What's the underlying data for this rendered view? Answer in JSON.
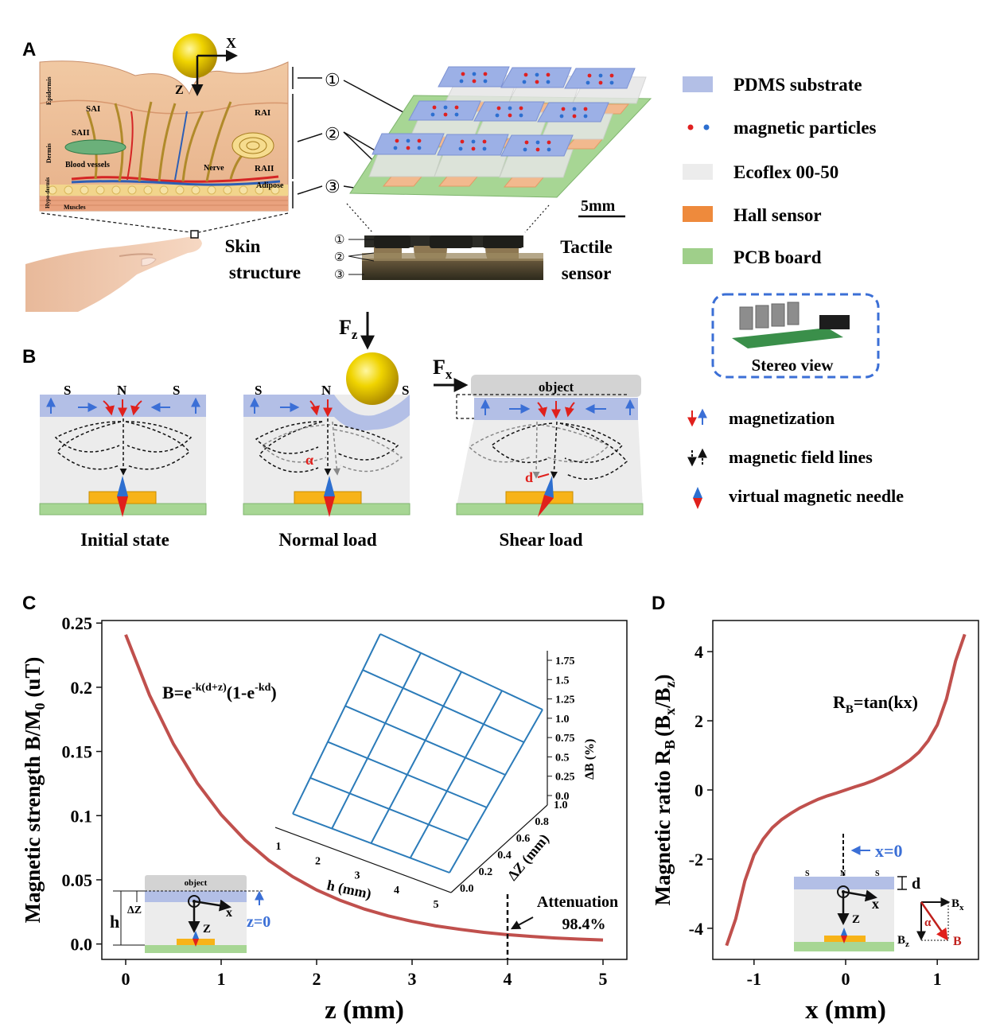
{
  "panels": {
    "a": "A",
    "b": "B",
    "c": "C",
    "d": "D"
  },
  "panel_a": {
    "skin_label_1": "Skin",
    "skin_label_2": "structure",
    "sensor_label_1": "Tactile",
    "sensor_label_2": "sensor",
    "scale_bar": "5mm",
    "axis_x": "X",
    "axis_z": "Z",
    "layer_marks": [
      "①",
      "②",
      "③"
    ],
    "skin_layers": [
      "Epidermis",
      "Dermis",
      "Hypo-dermis"
    ],
    "receptors": [
      "SAI",
      "RAI",
      "SAII",
      "RAII",
      "Blood vessels",
      "Nerve",
      "Adipose",
      "Muscles"
    ]
  },
  "legend": [
    {
      "label": "PDMS substrate",
      "color": "#b3bfe6"
    },
    {
      "label": "magnetic particles",
      "color": "#e02020"
    },
    {
      "label": "Ecoflex 00-50",
      "color": "#ececec"
    },
    {
      "label": "Hall sensor",
      "color": "#ee8a3c"
    },
    {
      "label": "PCB board",
      "color": "#9fcf8a"
    }
  ],
  "stereo_view": "Stereo view",
  "legend_b": [
    {
      "label": "magnetization"
    },
    {
      "label": "magnetic field lines"
    },
    {
      "label": "virtual magnetic needle"
    }
  ],
  "panel_b": {
    "states": [
      "Initial state",
      "Normal load",
      "Shear load"
    ],
    "pole_s": "S",
    "pole_n": "N",
    "force_z": "F",
    "force_z_sub": "z",
    "force_x": "F",
    "force_x_sub": "x",
    "object": "object",
    "alpha": "α",
    "d": "d"
  },
  "chart_data": [
    {
      "type": "line",
      "title": "",
      "xlabel": "z (mm)",
      "ylabel": "Magnetic strength B/M",
      "ylabel_sub": "0",
      "ylabel_unit": " (uT)",
      "xlim": [
        -0.25,
        5.25
      ],
      "ylim": [
        -0.012,
        0.252
      ],
      "xticks": [
        0,
        1,
        2,
        3,
        4,
        5
      ],
      "yticks": [
        0.0,
        0.05,
        0.1,
        0.15,
        0.2,
        0.25
      ],
      "ytick_labels": [
        "0.0",
        "0.05",
        "0.1",
        "0.15",
        "0.2",
        "0.25"
      ],
      "series": [
        {
          "x": [
            0,
            0.25,
            0.5,
            0.75,
            1.0,
            1.25,
            1.5,
            1.75,
            2.0,
            2.25,
            2.5,
            2.75,
            3.0,
            3.25,
            3.5,
            3.75,
            4.0,
            4.25,
            4.5,
            4.75,
            5.0
          ],
          "y": [
            0.241,
            0.1938,
            0.1558,
            0.1253,
            0.1007,
            0.081,
            0.0651,
            0.0524,
            0.0421,
            0.0339,
            0.0272,
            0.0219,
            0.0176,
            0.0141,
            0.0114,
            0.0091,
            0.0073,
            0.0059,
            0.0047,
            0.0038,
            0.0031
          ],
          "color": "#c0504d"
        }
      ],
      "formula": "B=e",
      "formula_exp": "-k(d+z)",
      "formula_tail": "(1-e",
      "formula_exp2": "-kd",
      "formula_close": ")",
      "annotation_line_x": 4,
      "annotation_text_1": "Attenuation",
      "annotation_text_2": "98.4%",
      "inset": {
        "type": "surface",
        "xlabel": "h (mm)",
        "ylabel": "ΔZ (mm)",
        "zlabel": "ΔB (%)",
        "h_ticks": [
          "1",
          "2",
          "3",
          "4",
          "5"
        ],
        "dz_ticks": [
          "0.0",
          "0.2",
          "0.4",
          "0.6",
          "0.8",
          "1.0"
        ],
        "db_ticks": [
          "0.0",
          "0.25",
          "0.5",
          "0.75",
          "1.0",
          "1.25",
          "1.5",
          "1.75"
        ],
        "color": "#2b7bb9"
      },
      "schematic": {
        "h": "h",
        "dz": "ΔZ",
        "z0": "z=0",
        "object": "object",
        "x": "x",
        "z": "Z"
      }
    },
    {
      "type": "line",
      "title": "",
      "xlabel": "x (mm)",
      "ylabel": "Magnetic ratio R",
      "ylabel_sub": "B",
      "ylabel_unit": "(B",
      "ylabel_unit_sub1": "x",
      "ylabel_unit_mid": "/B",
      "ylabel_unit_sub2": "z",
      "ylabel_unit_close": ")",
      "xlim": [
        -1.45,
        1.45
      ],
      "ylim": [
        -4.9,
        4.9
      ],
      "xticks": [
        -1,
        0,
        1
      ],
      "xtick_labels": [
        "-1",
        "0",
        "1"
      ],
      "yticks": [
        -4,
        -2,
        0,
        2,
        4
      ],
      "ytick_labels": [
        "-4",
        "-2",
        "0",
        "2",
        "4"
      ],
      "series": [
        {
          "x": [
            -1.3,
            -1.2,
            -1.1,
            -1.0,
            -0.9,
            -0.8,
            -0.7,
            -0.6,
            -0.5,
            -0.4,
            -0.3,
            -0.2,
            -0.1,
            0,
            0.1,
            0.2,
            0.3,
            0.4,
            0.5,
            0.6,
            0.7,
            0.8,
            0.9,
            1.0,
            1.1,
            1.2,
            1.3
          ],
          "y": [
            -4.5,
            -3.73,
            -2.63,
            -1.88,
            -1.42,
            -1.09,
            -0.86,
            -0.68,
            -0.52,
            -0.39,
            -0.27,
            -0.17,
            -0.09,
            0,
            0.09,
            0.17,
            0.27,
            0.39,
            0.52,
            0.68,
            0.86,
            1.09,
            1.42,
            1.88,
            2.63,
            3.73,
            4.5
          ],
          "color": "#c0504d"
        }
      ],
      "formula": "R",
      "formula_sub": "B",
      "formula_tail": "=tan(kx)",
      "schematic": {
        "x0": "x=0",
        "d": "d",
        "x": "x",
        "z": "Z",
        "bx": "B",
        "bx_sub": "x",
        "bz": "B",
        "bz_sub": "z",
        "b": "B",
        "alpha": "α",
        "s": "S",
        "n": "N"
      }
    }
  ]
}
